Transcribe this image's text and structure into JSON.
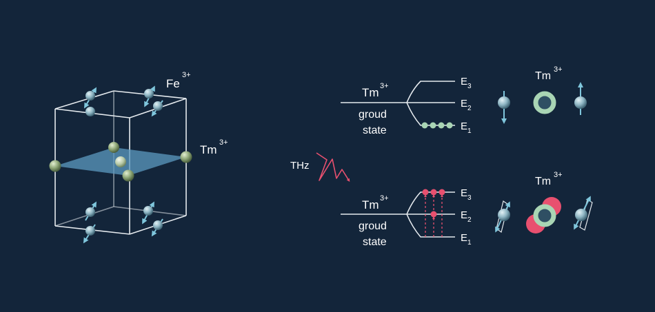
{
  "lattice": {
    "fe_label": "Fe",
    "fe_charge": "3+",
    "tm_label": "Tm",
    "tm_charge": "3+"
  },
  "excitation": {
    "label": "THz"
  },
  "upper_panel": {
    "ion": "Tm",
    "charge": "3+",
    "state_line1": "groud",
    "state_line2": "state",
    "levels": [
      {
        "base": "E",
        "index": "3"
      },
      {
        "base": "E",
        "index": "2"
      },
      {
        "base": "E",
        "index": "1"
      }
    ],
    "right_ion": "Tm",
    "right_charge": "3+"
  },
  "lower_panel": {
    "ion": "Tm",
    "charge": "3+",
    "state_line1": "groud",
    "state_line2": "state",
    "levels": [
      {
        "base": "E",
        "index": "3"
      },
      {
        "base": "E",
        "index": "2"
      },
      {
        "base": "E",
        "index": "1"
      }
    ],
    "right_ion": "Tm",
    "right_charge": "3+"
  },
  "colors": {
    "background": "#13253a",
    "line": "#e6ebef",
    "fe_ion": "#8fb6c4",
    "tm_ion": "#8fa878",
    "plane": "#5c9ac0",
    "ground_population": "#a9d5b4",
    "excited_population": "#e8506f",
    "spin_arrow": "#7fc6dc",
    "orbital_ring": "#a9d5b4"
  }
}
